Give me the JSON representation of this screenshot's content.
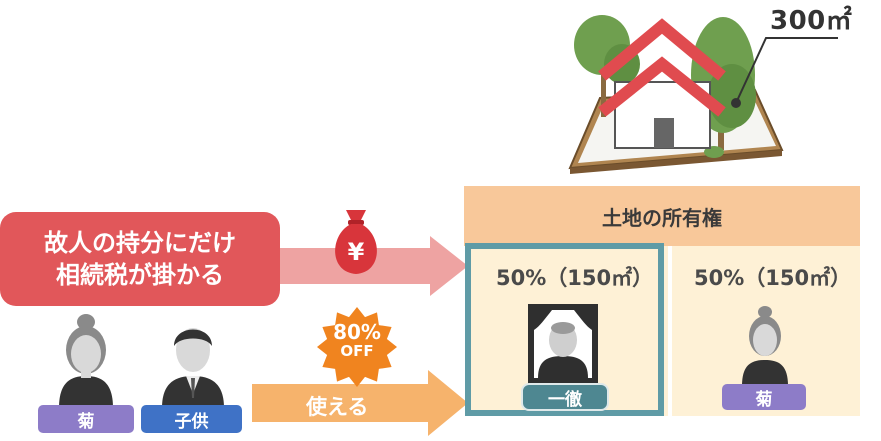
{
  "illustration": {
    "area_label": "300㎡"
  },
  "callout": {
    "line1": "故人の持分にだけ",
    "line2": "相続税が掛かる"
  },
  "money_bag": {
    "symbol": "¥"
  },
  "discount_badge": {
    "percent": "80%",
    "off": "OFF"
  },
  "bottom_arrow": {
    "label": "使える"
  },
  "people_left": {
    "kiku_label": "菊",
    "child_label": "子供"
  },
  "land_table": {
    "header": "土地の所有権",
    "left_share": "50%（150㎡）",
    "right_share": "50%（150㎡）",
    "left_owner": "一徹",
    "right_owner": "菊"
  },
  "colors": {
    "callout": "#e1575a",
    "arrow_top": "#eea3a2",
    "arrow_bottom": "#f6b36c",
    "badge": "#f0841f",
    "header": "#f8c89a",
    "cell": "#fef1d6",
    "frame": "#5f9ba6",
    "roof": "#e04b4f",
    "tree": "#6f9f4f",
    "ground": "#a07a48",
    "kiku_tag": "#8d7cc8",
    "child_tag": "#3f72c6"
  }
}
